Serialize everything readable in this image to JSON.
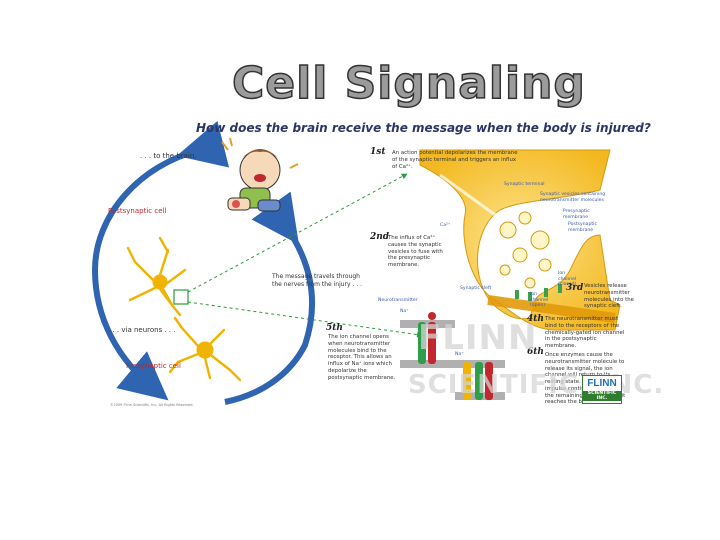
{
  "title": "Cell Signaling",
  "subtitle": "How does the brain receive the message when the body is injured?",
  "labels": {
    "to_brain": ". . . to the brain.",
    "postsynaptic_cell": "Postsynaptic cell",
    "presynaptic_cell": "Presynaptic cell",
    "via_neurons": ". . . via neurons . . .",
    "message_travels": "The message travels through the nerves from the injury . . .",
    "synaptic_terminal": "Synaptic terminal",
    "synaptic_vesicles": "Synaptic vesicles containing neurotransmitter molecules",
    "presynaptic_membrane": "Presynaptic membrane",
    "postsynaptic_membrane": "Postsynaptic membrane",
    "ca": "Ca²⁺",
    "synaptic_cleft": "Synaptic cleft",
    "ion_channel_closed": "Ion channel (closed)",
    "ion_channel_open": "Ion channel (open)",
    "neurotransmitter": "Neurotransmitter",
    "na": "Na⁺"
  },
  "steps": [
    {
      "num": "1st",
      "text": "An action potential depolarizes the membrane of the synaptic terminal and triggers an influx of Ca²⁺."
    },
    {
      "num": "2nd",
      "text": "The influx of Ca²⁺ causes the synaptic vesicles to fuse with the presynaptic membrane."
    },
    {
      "num": "3rd",
      "text": "Vesicles release neurotransmitter molecules into the synaptic cleft."
    },
    {
      "num": "4th",
      "text": "The neurotransmitter must bind to the receptors of the chemically-gated ion channel in the postsynaptic membrane."
    },
    {
      "num": "5th",
      "text": "The ion channel opens when neurotransmitter molecules bind to the receptor. This allows an influx of Na⁺ ions which depolarize the postsynaptic membrane."
    },
    {
      "num": "6th",
      "text": "Once enzymes cause the neurotransmitter molecule to release its signal, the ion channel will return to its resting state. The nerve impulse continues through the remaining neurons until it reaches the brain."
    }
  ],
  "watermark": {
    "line1": "FLINN",
    "line2": "SCIENTIFIC, INC."
  },
  "logo": {
    "line1": "FLINN",
    "line2": "SCIENTIFIC INC."
  },
  "copyright": "©2009 Flinn Scientific, Inc. All Rights Reserved.",
  "colors": {
    "arrow": "#2e64b0",
    "neuron": "#f0b400",
    "synapse": "#f7c742",
    "dashed": "#2a9b3a",
    "subtitle": "#2b3566"
  },
  "icons": [
    "circular-arrow-icon",
    "child-injury-icon",
    "neuron-icon",
    "magnifier-box-icon",
    "ion-channel-icon"
  ]
}
